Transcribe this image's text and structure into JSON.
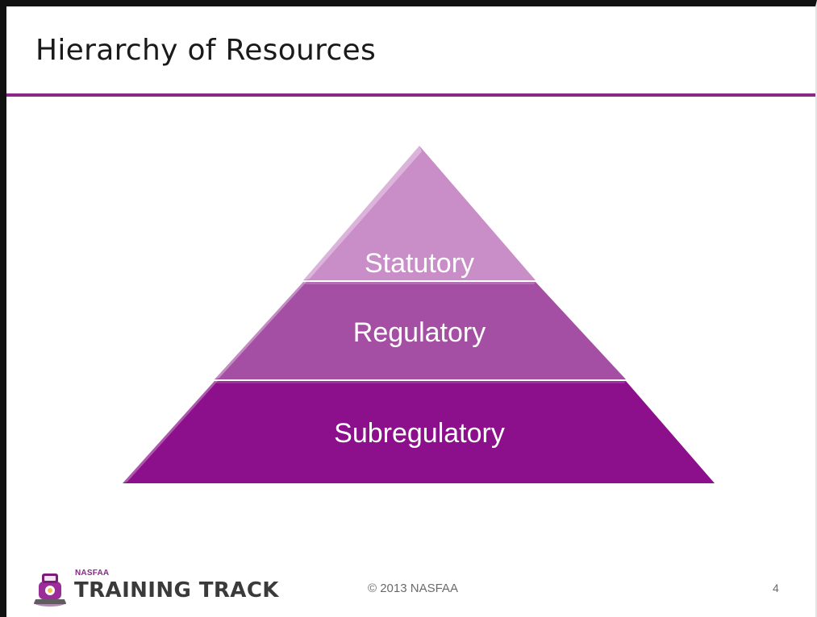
{
  "slide": {
    "title": "Hierarchy of Resources",
    "accent_color": "#8a2888"
  },
  "pyramid": {
    "tiers": [
      {
        "label": "Statutory",
        "color": "#c98dc8"
      },
      {
        "label": "Regulatory",
        "color": "#a44fa3"
      },
      {
        "label": "Subregulatory",
        "color": "#8c0f8b"
      }
    ]
  },
  "footer": {
    "logo_small": "NASFAA",
    "logo_big": "TRAINING TRACK",
    "logo_icon": "train-icon",
    "copyright": "© 2013 NASFAA",
    "page_number": "4"
  }
}
